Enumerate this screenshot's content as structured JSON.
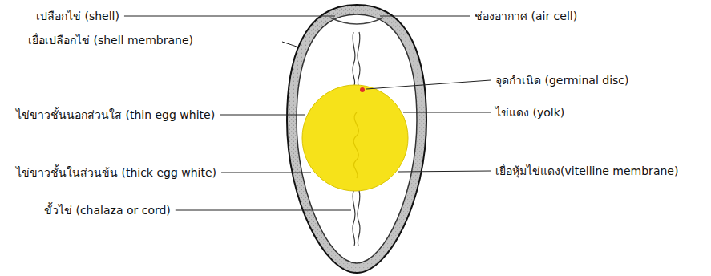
{
  "diagram": {
    "labels": [
      "เปลือกไข่ (shell)",
      "เยื่อเปลือกไข่ (shell membrane)",
      "ไข่ขาวชั้นนอกส่วนใส (thin egg white)",
      "ไข่ขาวชั้นในส่วนข้น (thick egg white)",
      "ขั้วไข่ (chalaza or cord)",
      "ช่องอากาศ (air cell)",
      "จุดกำเนิด (germinal disc)",
      "ไข่แดง (yolk)",
      "เยื่อหุ้มไข่แดง(vitelline membrane)"
    ]
  }
}
